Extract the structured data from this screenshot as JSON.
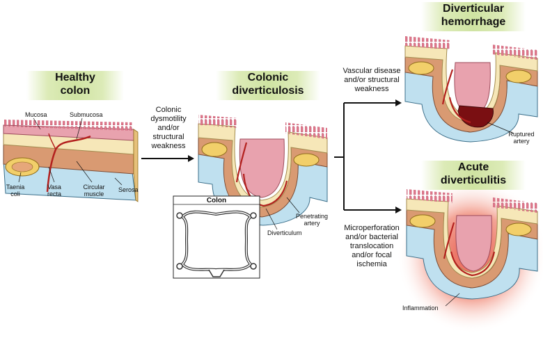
{
  "headings": {
    "healthy_line1": "Healthy",
    "healthy_line2": "colon",
    "diverticulosis_line1": "Colonic",
    "diverticulosis_line2": "diverticulosis",
    "hemorrhage_line1": "Diverticular",
    "hemorrhage_line2": "hemorrhage",
    "diverticulitis_line1": "Acute",
    "diverticulitis_line2": "diverticulitis"
  },
  "arrows": {
    "cause1": [
      "Colonic",
      "dysmotility",
      "and/or",
      "structural",
      "weakness"
    ],
    "cause2": [
      "Vascular disease",
      "and/or structural",
      "weakness"
    ],
    "cause3": [
      "Microperforation",
      "and/or bacterial",
      "translocation",
      "and/or focal",
      "ischemia"
    ]
  },
  "labels": {
    "mucosa": "Mucosa",
    "submucosa": "Submucosa",
    "taenia_l1": "Taenia",
    "taenia_l2": "coli",
    "vasa_l1": "Vasa",
    "vasa_l2": "recta",
    "circular_l1": "Circular",
    "circular_l2": "muscle",
    "serosa": "Serosa",
    "penetrating_l1": "Penetrating",
    "penetrating_l2": "artery",
    "diverticulum": "Diverticulum",
    "ruptured_l1": "Ruptured",
    "ruptured_l2": "artery",
    "inflammation": "Inflammation"
  },
  "inset": {
    "title": "Colon"
  },
  "colors": {
    "mucosa": "#e8a2ae",
    "villi": "#c9556f",
    "submucosa": "#f6e7b8",
    "muscle": "#d99a72",
    "serosa": "#bfe0ef",
    "artery": "#b3201e",
    "taenia": "#f2cf6a",
    "header_green": "#cfe3a2",
    "inflammation": "#e23a2a"
  }
}
